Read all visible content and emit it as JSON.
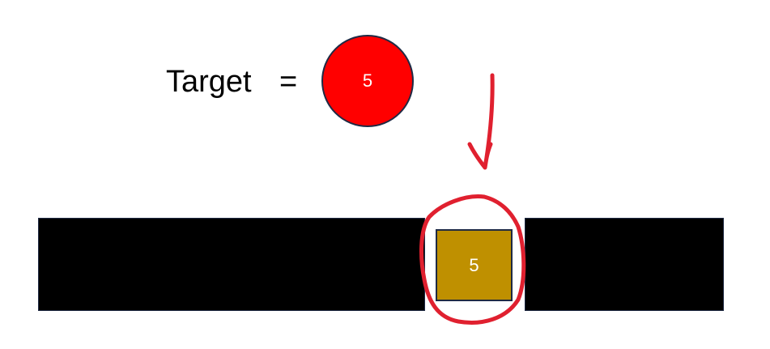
{
  "target": {
    "label": "Target",
    "equals": "=",
    "value": "5"
  },
  "array": {
    "found_value": "5"
  },
  "colors": {
    "target_circle": "#ff0000",
    "found_box": "#bf9000",
    "array_segment": "#000000",
    "annotation_ink": "#e0202f"
  }
}
